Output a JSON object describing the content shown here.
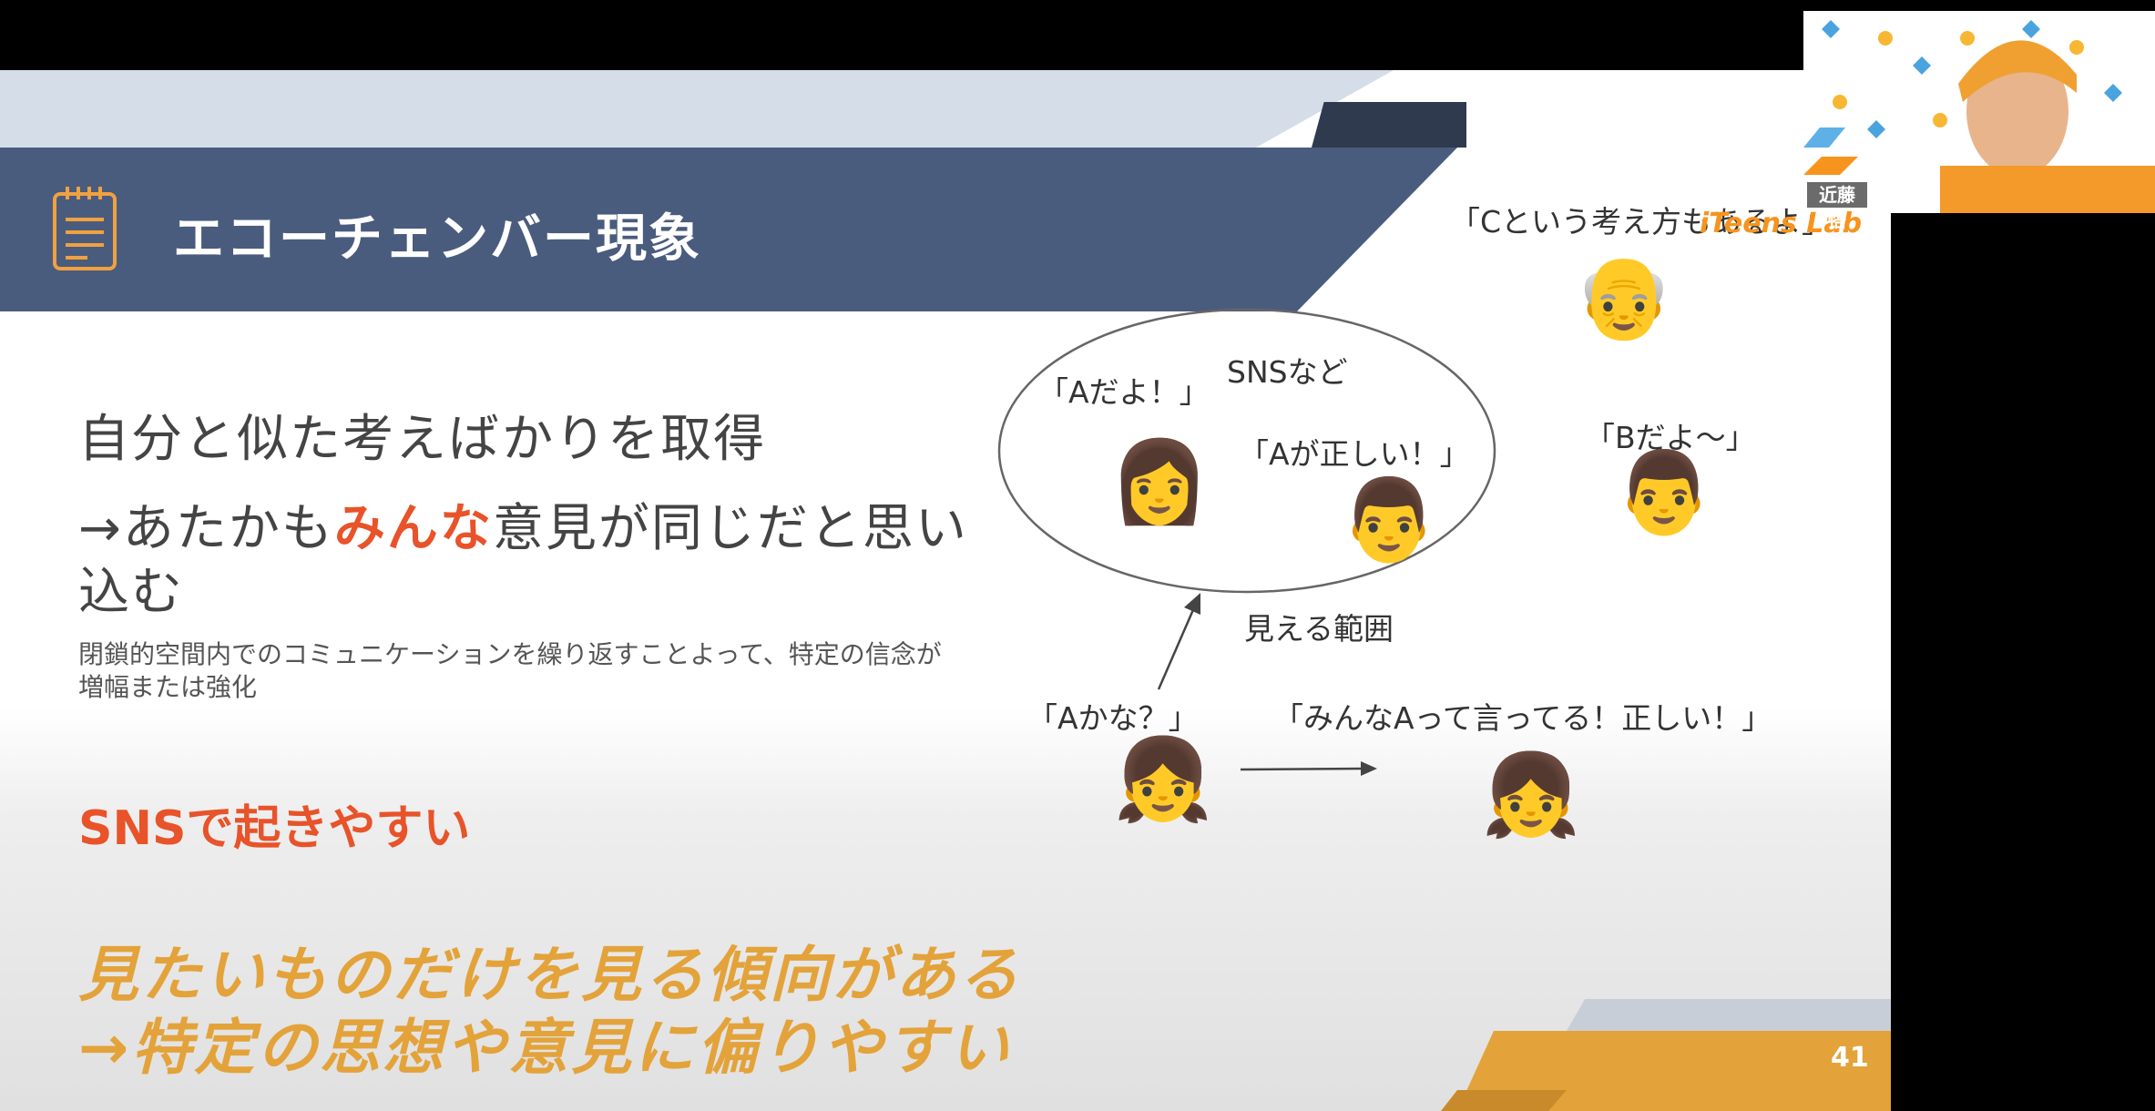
{
  "slide": {
    "title": "エコーチェンバー現象",
    "line1": "自分と似た考えばかりを取得",
    "line2_prefix": "→あたかも",
    "line2_accent": "みんな",
    "line2_suffix": "意見が同じだと思い",
    "line2_cont": "込む",
    "small_line1": "閉鎖的空間内でのコミュニケーションを繰り返すことよって、特定の信念が",
    "small_line2": "増幅または強化",
    "sns_heading": "SNSで起きやすい",
    "conclusion_line1": "見たいものだけを見る傾向がある",
    "conclusion_line2": "→特定の思想や意見に偏りやすい",
    "page_number": "41"
  },
  "diagram": {
    "bubble_label": "SNSなど",
    "quote_a_is": "「Aだよ！」",
    "quote_a_correct": "「Aが正しい！」",
    "quote_c": "「Cという考え方もあるよ」",
    "quote_b": "「Bだよ〜」",
    "visible_range": "見える範囲",
    "quote_a_maybe": "「Aかな？」",
    "quote_everyone": "「みんなAって言ってる！正しい！」",
    "emojis": {
      "woman": "👩",
      "man_in_bubble": "👨",
      "old_man": "👴",
      "man_outside": "👨",
      "girl_left": "👧",
      "girl_right": "👧"
    }
  },
  "camera": {
    "brand": "iTeens Lab",
    "speaker_name": "近藤 悟"
  },
  "colors": {
    "header": "#4a5c7d",
    "accent_red": "#e8532a",
    "accent_gold": "#e3a33a",
    "brand_orange": "#f7941d"
  }
}
